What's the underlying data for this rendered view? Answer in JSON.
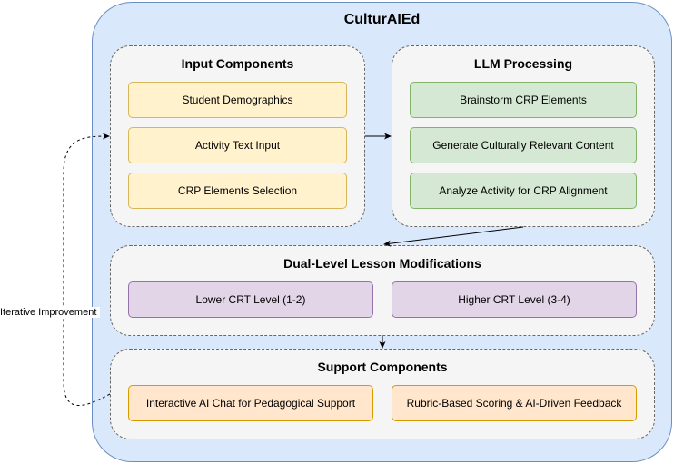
{
  "title": "CulturAIEd",
  "input_group": {
    "title": "Input Components",
    "items": [
      "Student Demographics",
      "Activity Text Input",
      "CRP Elements Selection"
    ]
  },
  "llm_group": {
    "title": "LLM Processing",
    "items": [
      "Brainstorm CRP Elements",
      "Generate Culturally Relevant Content",
      "Analyze Activity for CRP Alignment"
    ]
  },
  "dual_group": {
    "title": "Dual-Level Lesson Modifications",
    "items": [
      "Lower CRT Level (1-2)",
      "Higher CRT Level (3-4)"
    ]
  },
  "support_group": {
    "title": "Support Components",
    "items": [
      "Interactive AI Chat for Pedagogical Support",
      "Rubric-Based Scoring & AI-Driven Feedback"
    ]
  },
  "loop_label": "Iterative Improvement",
  "colors": {
    "outer_fill": "#dae8fc",
    "group_fill": "#f5f5f5",
    "input_fill": "#fff2cc",
    "llm_fill": "#d5e8d4",
    "dual_fill": "#e1d5e7",
    "support_fill": "#ffe6cc"
  }
}
